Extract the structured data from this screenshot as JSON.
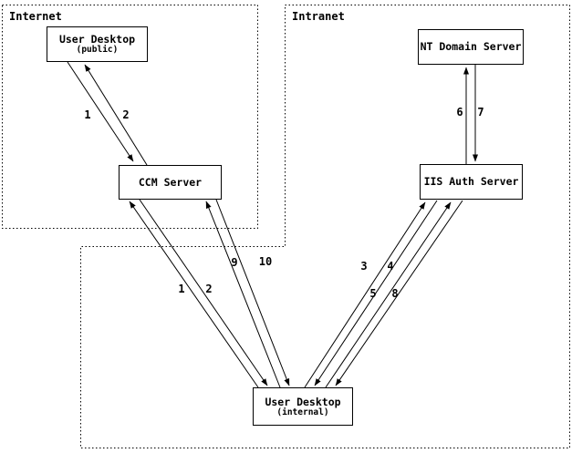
{
  "diagram": {
    "zones": {
      "internet": {
        "label": "Internet"
      },
      "intranet": {
        "label": "Intranet"
      }
    },
    "nodes": {
      "user_desktop_public": {
        "title": "User Desktop",
        "subtitle": "(public)"
      },
      "ccm_server": {
        "title": "CCM Server"
      },
      "nt_domain_server": {
        "title": "NT Domain Server"
      },
      "iis_auth_server": {
        "title": "IIS Auth Server"
      },
      "user_desktop_internal": {
        "title": "User Desktop",
        "subtitle": "(internal)"
      }
    },
    "arrows": [
      {
        "label": "1",
        "from": "user_desktop_public",
        "to": "ccm_server"
      },
      {
        "label": "2",
        "from": "ccm_server",
        "to": "user_desktop_public"
      },
      {
        "label": "1",
        "from": "user_desktop_internal",
        "to": "ccm_server"
      },
      {
        "label": "2",
        "from": "ccm_server",
        "to": "user_desktop_internal"
      },
      {
        "label": "9",
        "from": "user_desktop_internal",
        "to": "ccm_server"
      },
      {
        "label": "10",
        "from": "ccm_server",
        "to": "user_desktop_internal"
      },
      {
        "label": "3",
        "from": "user_desktop_internal",
        "to": "iis_auth_server"
      },
      {
        "label": "4",
        "from": "iis_auth_server",
        "to": "user_desktop_internal"
      },
      {
        "label": "5",
        "from": "user_desktop_internal",
        "to": "iis_auth_server"
      },
      {
        "label": "8",
        "from": "iis_auth_server",
        "to": "user_desktop_internal"
      },
      {
        "label": "6",
        "from": "iis_auth_server",
        "to": "nt_domain_server"
      },
      {
        "label": "7",
        "from": "nt_domain_server",
        "to": "iis_auth_server"
      }
    ],
    "colors": {
      "line": "#000000",
      "background": "#ffffff"
    }
  }
}
